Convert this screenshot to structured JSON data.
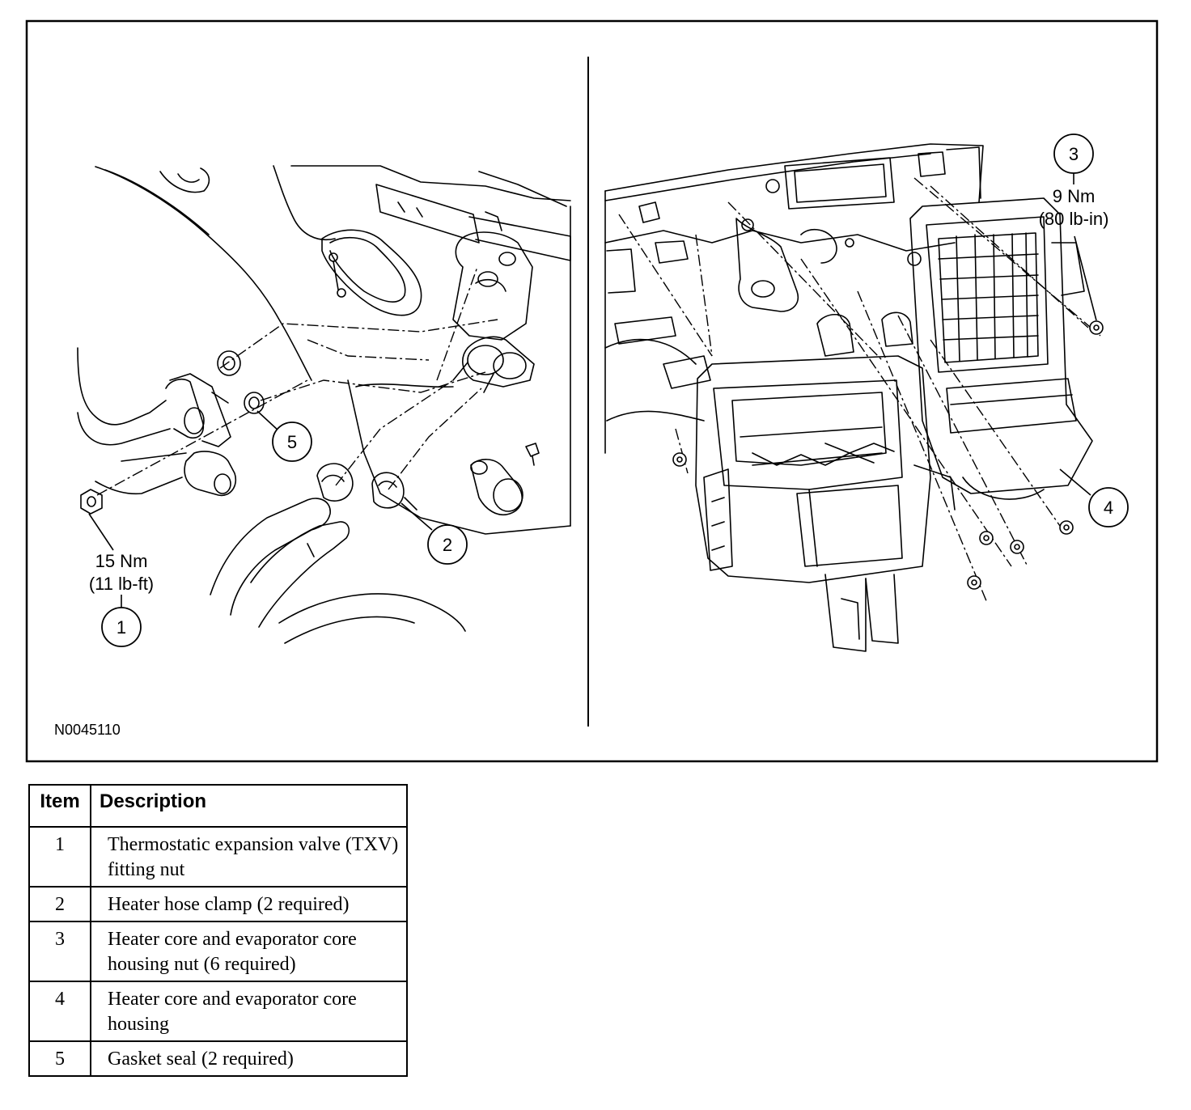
{
  "figure": {
    "id": "N0045110",
    "left_panel": {
      "torque_1": {
        "line1": "15 Nm",
        "line2": "(11 lb-ft)"
      },
      "callouts": [
        "1",
        "2",
        "5"
      ]
    },
    "right_panel": {
      "torque_3": {
        "line1": "9 Nm",
        "line2": "(80 lb-in)"
      },
      "callouts": [
        "3",
        "4"
      ]
    }
  },
  "legend": {
    "headers": {
      "item": "Item",
      "description": "Description"
    },
    "rows": [
      {
        "item": "1",
        "description": "Thermostatic expansion valve (TXV) fitting nut"
      },
      {
        "item": "2",
        "description": "Heater hose clamp (2 required)"
      },
      {
        "item": "3",
        "description": "Heater core and evaporator core housing nut (6 required)"
      },
      {
        "item": "4",
        "description": "Heater core and evaporator core housing"
      },
      {
        "item": "5",
        "description": "Gasket seal (2 required)"
      }
    ]
  }
}
